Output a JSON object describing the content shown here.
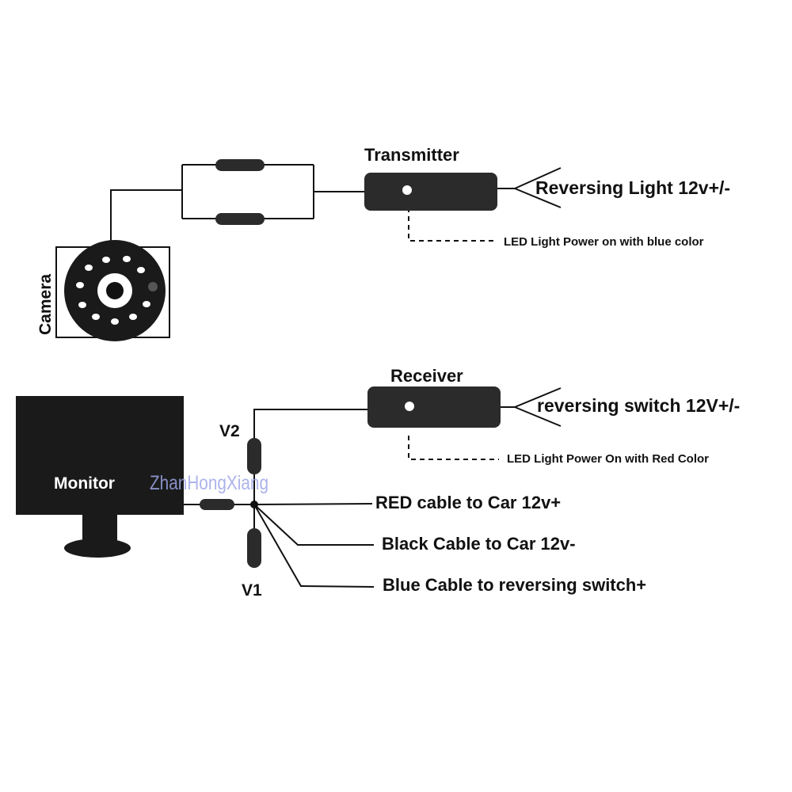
{
  "colors": {
    "ink": "#111111",
    "device": "#2b2b2b",
    "watermark": "#9da6e6",
    "led": "#ffffff"
  },
  "transmitter": {
    "title": "Transmitter",
    "wire_label": "Reversing Light 12v+/-",
    "led_note": "LED Light Power on with blue color"
  },
  "camera": {
    "label": "Camera"
  },
  "receiver": {
    "title": "Receiver",
    "wire_label": "reversing switch 12V+/-",
    "led_note": "LED Light Power On with Red Color"
  },
  "monitor": {
    "label": "Monitor"
  },
  "junction": {
    "v2_label": "V2",
    "v1_label": "V1"
  },
  "cables": [
    {
      "label": "RED cable to Car 12v+"
    },
    {
      "label": "Black Cable to Car 12v-"
    },
    {
      "label": "Blue Cable to reversing switch+"
    }
  ],
  "watermark": "ZhanHongXiang"
}
